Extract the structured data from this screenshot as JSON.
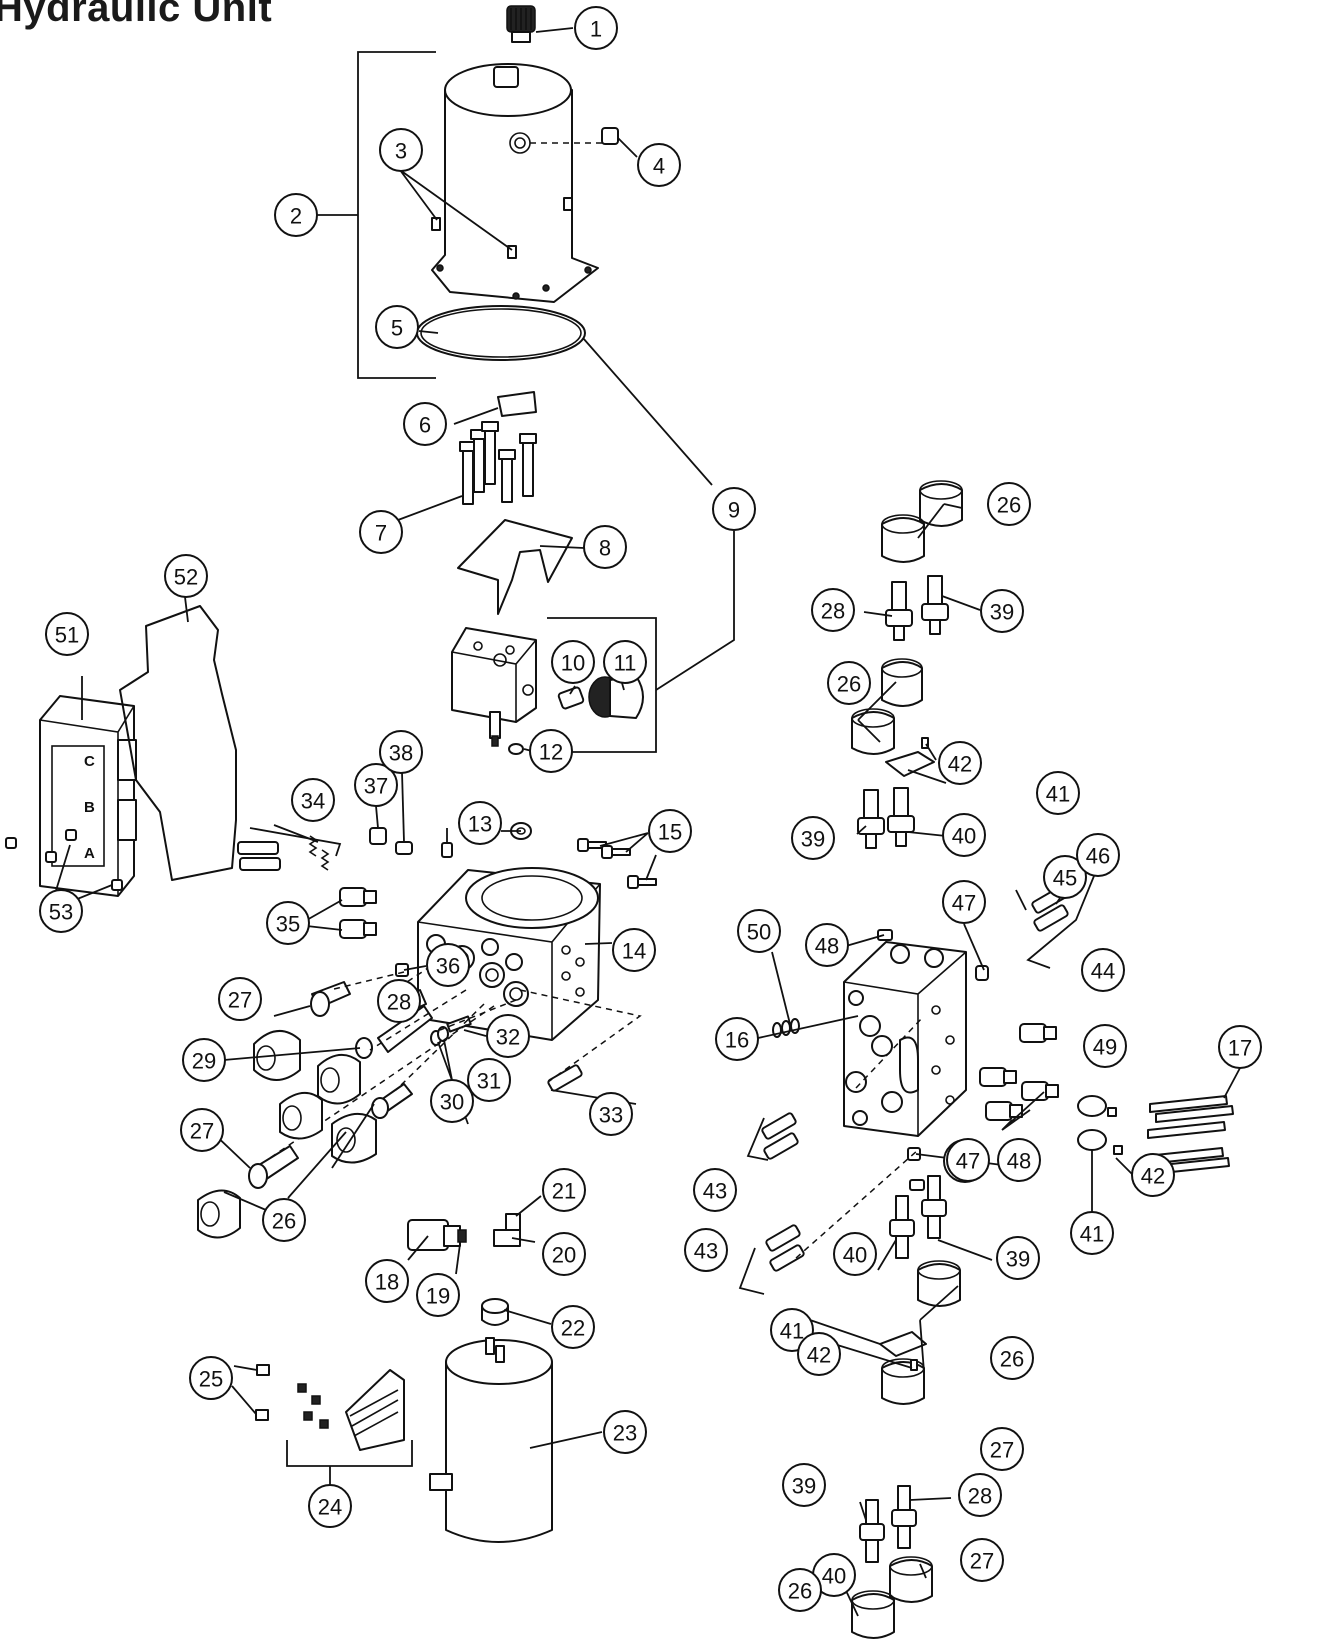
{
  "page": {
    "title": "Hydraulic Unit"
  },
  "plate_letters": [
    "C",
    "B",
    "A"
  ],
  "callouts": [
    {
      "label": "1"
    },
    {
      "label": "2"
    },
    {
      "label": "3"
    },
    {
      "label": "4"
    },
    {
      "label": "5"
    },
    {
      "label": "6"
    },
    {
      "label": "7"
    },
    {
      "label": "8"
    },
    {
      "label": "9"
    },
    {
      "label": "10"
    },
    {
      "label": "11"
    },
    {
      "label": "12"
    },
    {
      "label": "13"
    },
    {
      "label": "14"
    },
    {
      "label": "15"
    },
    {
      "label": "16"
    },
    {
      "label": "17"
    },
    {
      "label": "18"
    },
    {
      "label": "19"
    },
    {
      "label": "20"
    },
    {
      "label": "21"
    },
    {
      "label": "22"
    },
    {
      "label": "23"
    },
    {
      "label": "24"
    },
    {
      "label": "25"
    },
    {
      "label": "26"
    },
    {
      "label": "27"
    },
    {
      "label": "28"
    },
    {
      "label": "29"
    },
    {
      "label": "30"
    },
    {
      "label": "31"
    },
    {
      "label": "32"
    },
    {
      "label": "33"
    },
    {
      "label": "34"
    },
    {
      "label": "35"
    },
    {
      "label": "36"
    },
    {
      "label": "37"
    },
    {
      "label": "38"
    },
    {
      "label": "39"
    },
    {
      "label": "40"
    },
    {
      "label": "41"
    },
    {
      "label": "42"
    },
    {
      "label": "43"
    },
    {
      "label": "44"
    },
    {
      "label": "45"
    },
    {
      "label": "46"
    },
    {
      "label": "47"
    },
    {
      "label": "48"
    },
    {
      "label": "49"
    },
    {
      "label": "50"
    },
    {
      "label": "51"
    },
    {
      "label": "52"
    },
    {
      "label": "53"
    }
  ]
}
